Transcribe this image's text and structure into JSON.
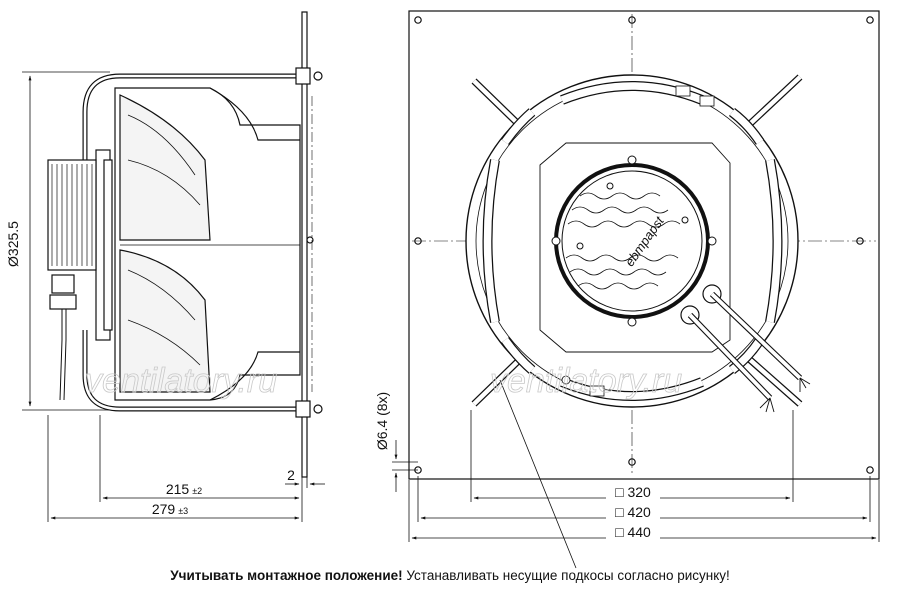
{
  "dimensions": {
    "diameter_label": "Ø325.5",
    "hole_label": "Ø6.4 (8x)",
    "depth_215": "215",
    "tol_215": "±2",
    "depth_279": "279",
    "tol_279": "±3",
    "gap_2": "2",
    "sq_320": "□ 320",
    "sq_420": "□ 420",
    "sq_440": "□ 440"
  },
  "logo_text": "ebmpapst",
  "watermark": "ventilatory.ru",
  "note": {
    "bold": "Учитывать монтажное положение!",
    "rest": " Устанавливать несущие подкосы согласно рисунку!"
  }
}
